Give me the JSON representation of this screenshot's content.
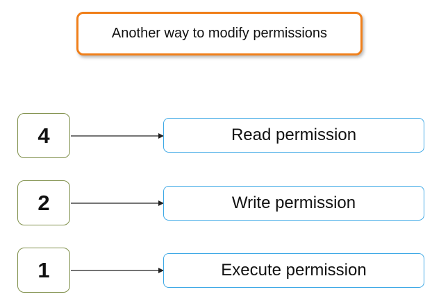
{
  "title": "Another way to modify permissions",
  "rows": [
    {
      "number": "4",
      "label": "Read permission"
    },
    {
      "number": "2",
      "label": "Write permission"
    },
    {
      "number": "1",
      "label": "Execute permission"
    }
  ],
  "colors": {
    "title_border": "#f07f1a",
    "number_border": "#7f8f4a",
    "label_border": "#3fa9e6",
    "arrow": "#222222"
  }
}
